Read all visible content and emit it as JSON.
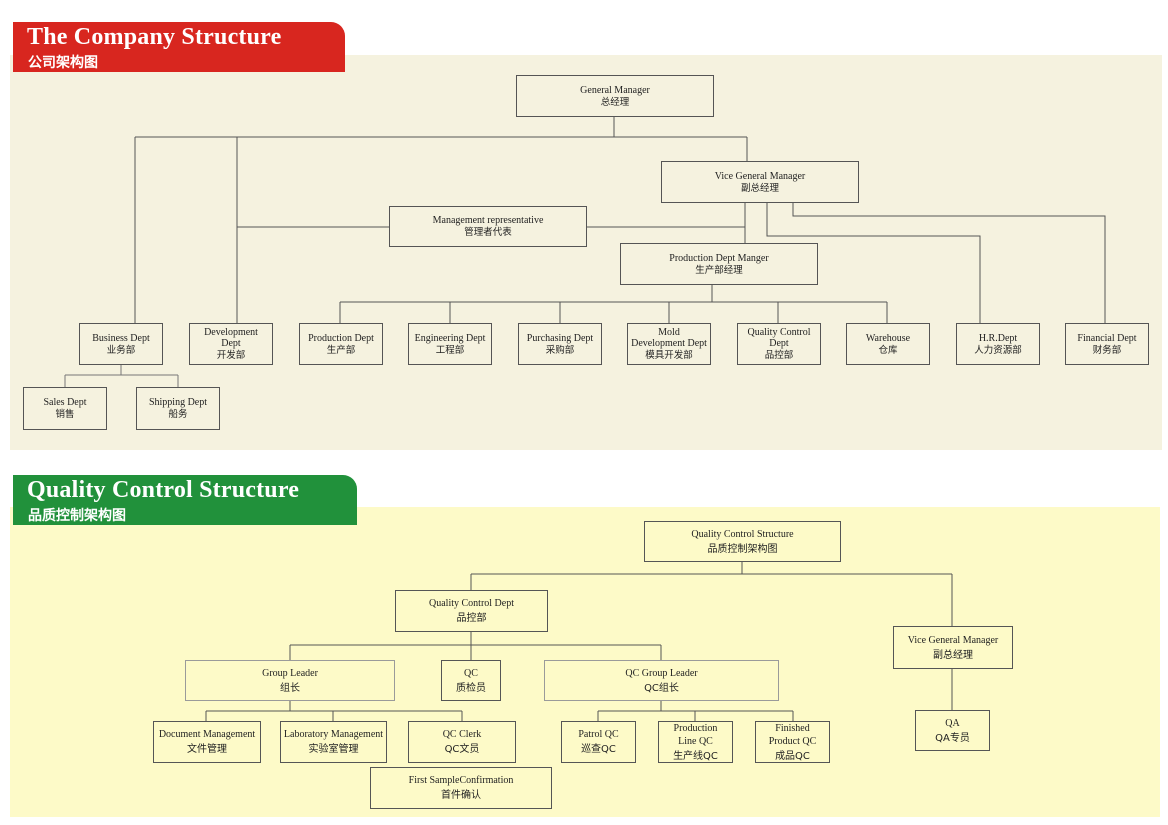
{
  "company": {
    "title_en": "The Company Structure",
    "title_zh": "公司架构图",
    "colors": {
      "banner": "#d8261f",
      "panel": "#f5f2df"
    },
    "nodes": {
      "general_manager": {
        "en": "General Manager",
        "zh": "总经理"
      },
      "vice_general_manager": {
        "en": "Vice General Manager",
        "zh": "副总经理"
      },
      "management_representative": {
        "en": "Management representative",
        "zh": "管理者代表"
      },
      "production_dept_manager": {
        "en": "Production Dept Manger",
        "zh": "生产部经理"
      },
      "business_dept": {
        "en": "Business Dept",
        "zh": "业务部"
      },
      "development_dept": {
        "en": "Development\nDept",
        "zh": "开发部"
      },
      "production_dept": {
        "en": "Production Dept",
        "zh": "生产部"
      },
      "engineering_dept": {
        "en": "Engineering Dept",
        "zh": "工程部"
      },
      "purchasing_dept": {
        "en": "Purchasing Dept",
        "zh": "采购部"
      },
      "mold_development_dept": {
        "en": "Mold\nDevelopment  Dept",
        "zh": "模具开发部"
      },
      "quality_control_dept": {
        "en": "Quality Control\nDept",
        "zh": "品控部"
      },
      "warehouse": {
        "en": "Warehouse",
        "zh": "仓库"
      },
      "hr_dept": {
        "en": "H.R.Dept",
        "zh": "人力资源部"
      },
      "financial_dept": {
        "en": "Financial Dept",
        "zh": "财务部"
      },
      "sales_dept": {
        "en": "Sales Dept",
        "zh": "销售"
      },
      "shipping_dept": {
        "en": "Shipping Dept",
        "zh": "船务"
      }
    }
  },
  "quality": {
    "title_en": "Quality Control Structure",
    "title_zh": "品质控制架构图",
    "colors": {
      "banner": "#21913b",
      "panel": "#fdfac8"
    },
    "nodes": {
      "qc_structure": {
        "en": "Quality Control Structure",
        "zh": "品质控制架构图"
      },
      "qc_dept": {
        "en": "Quality Control Dept",
        "zh": "品控部"
      },
      "vice_general_manager": {
        "en": "Vice General Manager",
        "zh": "副总经理"
      },
      "group_leader": {
        "en": "Group Leader",
        "zh": "组长"
      },
      "qc": {
        "en": "QC",
        "zh": "质检员"
      },
      "qc_group_leader": {
        "en": "QC Group Leader",
        "zh": "QC组长"
      },
      "document_management": {
        "en": "Document Management",
        "zh": "文件管理"
      },
      "laboratory_management": {
        "en": "Laboratory Management",
        "zh": "实验室管理"
      },
      "qc_clerk": {
        "en": "QC Clerk",
        "zh": "QC文员"
      },
      "patrol_qc": {
        "en": "Patrol QC",
        "zh": "巡查QC"
      },
      "production_line_qc": {
        "en": "Production\nLine QC",
        "zh": "生产线QC"
      },
      "finished_product_qc": {
        "en": "Finished\nProduct QC",
        "zh": "成品QC"
      },
      "qa": {
        "en": "QA",
        "zh": "QA专员"
      },
      "first_sample_confirmation": {
        "en": "First SampleConfirmation",
        "zh": "首件确认"
      }
    }
  }
}
